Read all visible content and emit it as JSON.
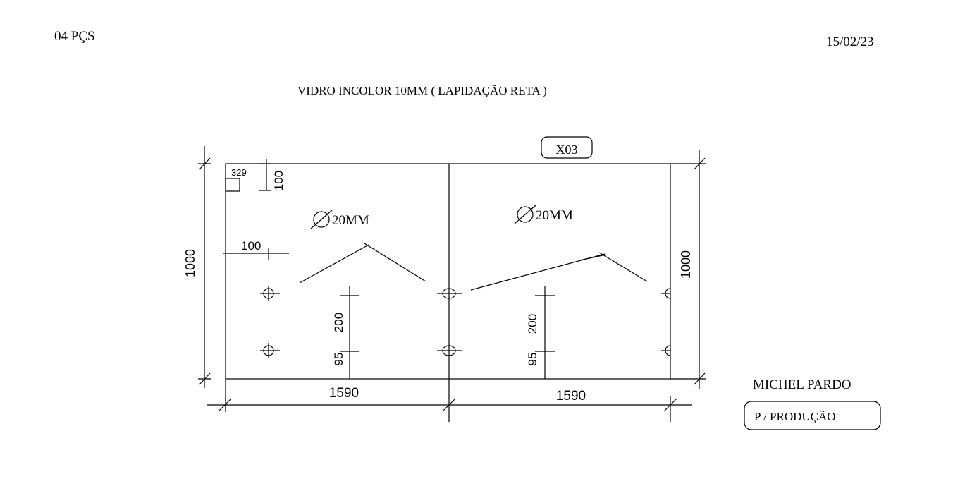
{
  "header": {
    "quantity": "04 PÇS",
    "date": "15/02/23",
    "title": "VIDRO INCOLOR 10MM  ( LAPIDAÇÃO RETA )"
  },
  "drawing": {
    "tag": "X03",
    "hole_label_left": "20MM",
    "hole_label_right": "20MM",
    "dims": {
      "height_left": "1000",
      "height_right": "1000",
      "width_left": "1590",
      "width_right": "1590",
      "corner_notch_width": "329",
      "corner_notch_height": "100",
      "edge_offset": "100",
      "hole_spacing_left": "200",
      "hole_bottom_left": "95",
      "hole_spacing_right": "200",
      "hole_bottom_right": "95"
    }
  },
  "footer": {
    "author": "MICHEL PARDO",
    "stamp": "P / PRODUÇÃO"
  }
}
